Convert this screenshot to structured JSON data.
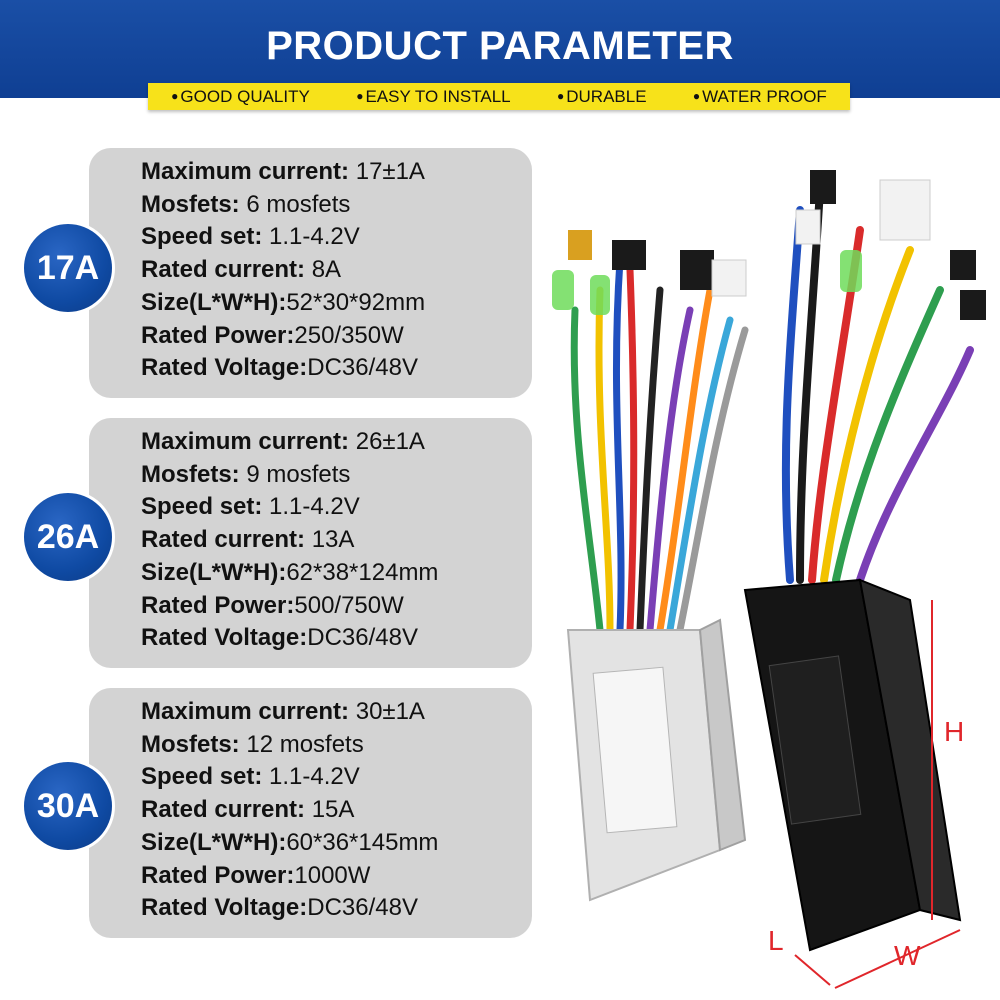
{
  "header": {
    "title": "PRODUCT PARAMETER",
    "features": [
      "GOOD QUALITY",
      "EASY TO INSTALL",
      "DURABLE",
      "WATER PROOF"
    ]
  },
  "specs": [
    {
      "badge": "17A",
      "lines": [
        {
          "label": "Maximum current:",
          "value": " 17±1A"
        },
        {
          "label": "Mosfets:",
          "value": " 6 mosfets"
        },
        {
          "label": "Speed set:",
          "value": " 1.1-4.2V"
        },
        {
          "label": "Rated current:",
          "value": " 8A"
        },
        {
          "label": "Size(L*W*H):",
          "value": "52*30*92mm"
        },
        {
          "label": "Rated Power:",
          "value": "250/350W"
        },
        {
          "label": "Rated Voltage:",
          "value": "DC36/48V"
        }
      ]
    },
    {
      "badge": "26A",
      "lines": [
        {
          "label": "Maximum current:",
          "value": " 26±1A"
        },
        {
          "label": "Mosfets:",
          "value": " 9 mosfets"
        },
        {
          "label": "Speed set:",
          "value": " 1.1-4.2V"
        },
        {
          "label": "Rated current:",
          "value": " 13A"
        },
        {
          "label": "Size(L*W*H):",
          "value": "62*38*124mm"
        },
        {
          "label": "Rated Power:",
          "value": "500/750W"
        },
        {
          "label": "Rated Voltage:",
          "value": "DC36/48V"
        }
      ]
    },
    {
      "badge": "30A",
      "lines": [
        {
          "label": "Maximum current:",
          "value": " 30±1A"
        },
        {
          "label": "Mosfets:",
          "value": " 12 mosfets"
        },
        {
          "label": "Speed set:",
          "value": " 1.1-4.2V"
        },
        {
          "label": "Rated current:",
          "value": " 15A"
        },
        {
          "label": "Size(L*W*H):",
          "value": "60*36*145mm"
        },
        {
          "label": "Rated Power:",
          "value": "1000W"
        },
        {
          "label": "Rated Voltage:",
          "value": "DC36/48V"
        }
      ]
    }
  ],
  "dimensions": {
    "h": "H",
    "l": "L",
    "w": "W"
  },
  "colors": {
    "header_blue": "#0f3f93",
    "strip_yellow": "#f7e21a",
    "panel_gray": "#d3d3d3",
    "badge_blue": "#0f4aa3",
    "dimension_red": "#e0262b"
  }
}
